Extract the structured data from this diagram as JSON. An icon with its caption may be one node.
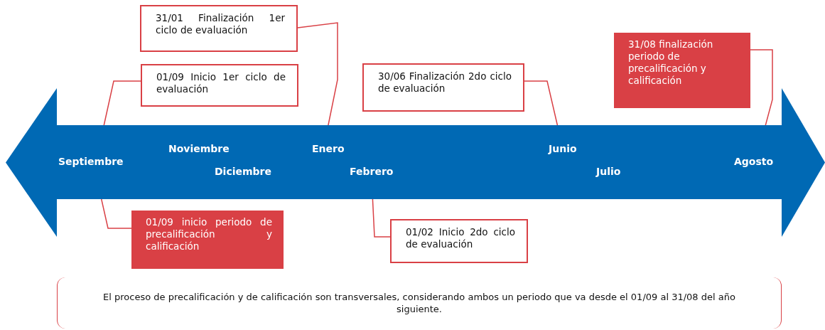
{
  "diagram": {
    "nodes": [
      {
        "text": [],
        "shape": "arrow"
      },
      {
        "text": [
          "Septiembre"
        ],
        "in": 0
      },
      {
        "text": [
          "Noviembre"
        ],
        "in": 0
      },
      {
        "text": [
          "Diciembre"
        ],
        "in": 0
      },
      {
        "text": [
          "Enero"
        ],
        "in": 0
      },
      {
        "text": [
          "Febrero"
        ],
        "in": 0
      },
      {
        "text": [
          "Junio"
        ],
        "in": 0
      },
      {
        "text": [
          "Julio"
        ],
        "in": 0
      },
      {
        "text": [
          "Agosto"
        ],
        "in": 0
      },
      {
        "text": [
          "31/01 Finalización 1er ciclo de evaluación"
        ]
      },
      {
        "text": [
          "01/09 Inicio 1er ciclo de evaluación"
        ]
      },
      {
        "text": [
          "30/06 Finalización 2do ciclo de evaluación"
        ]
      },
      {
        "text": [
          "31/08 finalización periodo de precalificación y calificación"
        ]
      },
      {
        "text": [
          "01/09 inicio periodo de precalificación y calificación"
        ]
      },
      {
        "text": [
          "01/02 Inicio 2do ciclo de evaluación"
        ]
      },
      {
        "text": [
          "El proceso de precalificación y de calificación son transversales, considerando ambos un periodo que va desde el 01/09 al 31/08 del año siguiente."
        ]
      }
    ],
    "edges": [
      {
        "from": 9,
        "to": 4,
        "arrow": "none"
      },
      {
        "from": 10,
        "to": 1,
        "arrow": "none"
      },
      {
        "from": 11,
        "to": 6,
        "arrow": "none"
      },
      {
        "from": 12,
        "to": 8,
        "arrow": "none"
      },
      {
        "from": 13,
        "to": 1,
        "arrow": "none"
      },
      {
        "from": 14,
        "to": 5,
        "arrow": "none"
      }
    ]
  }
}
